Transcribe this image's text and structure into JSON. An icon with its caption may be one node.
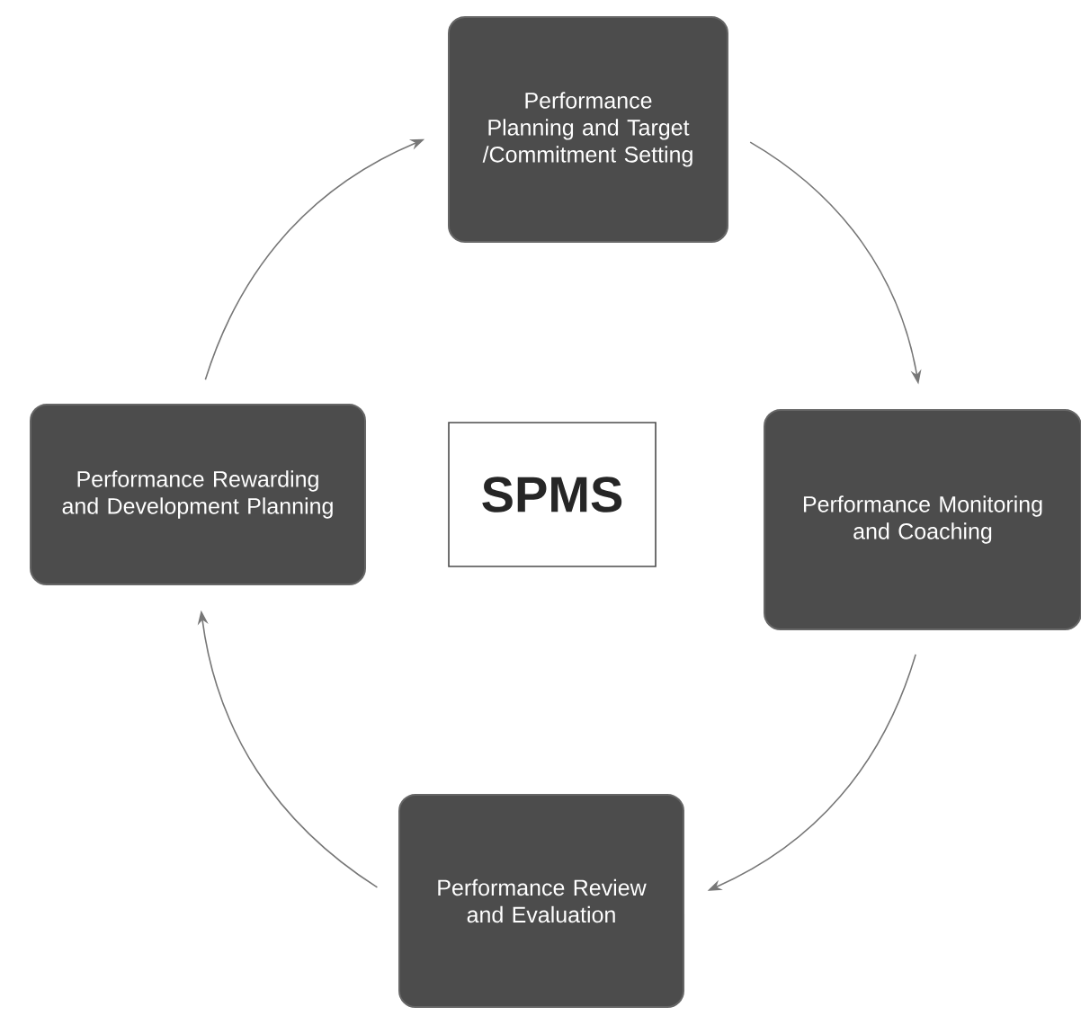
{
  "diagram": {
    "nodes": [
      {
        "text": [
          "Performance Planning and Target /Commitment Setting"
        ]
      },
      {
        "text": [
          "Performance Monitoring and Coaching"
        ]
      },
      {
        "text": [
          "Performance Review and Evaluation"
        ]
      },
      {
        "text": [
          "Performance Rewarding and Development Planning"
        ]
      },
      {
        "text": [
          "SPMS"
        ]
      }
    ],
    "edges": [
      {
        "from": 0,
        "to": 1,
        "arrow": "to"
      },
      {
        "from": 1,
        "to": 2,
        "arrow": "to"
      },
      {
        "from": 2,
        "to": 3,
        "arrow": "to"
      },
      {
        "from": 3,
        "to": 0,
        "arrow": "to"
      }
    ]
  }
}
